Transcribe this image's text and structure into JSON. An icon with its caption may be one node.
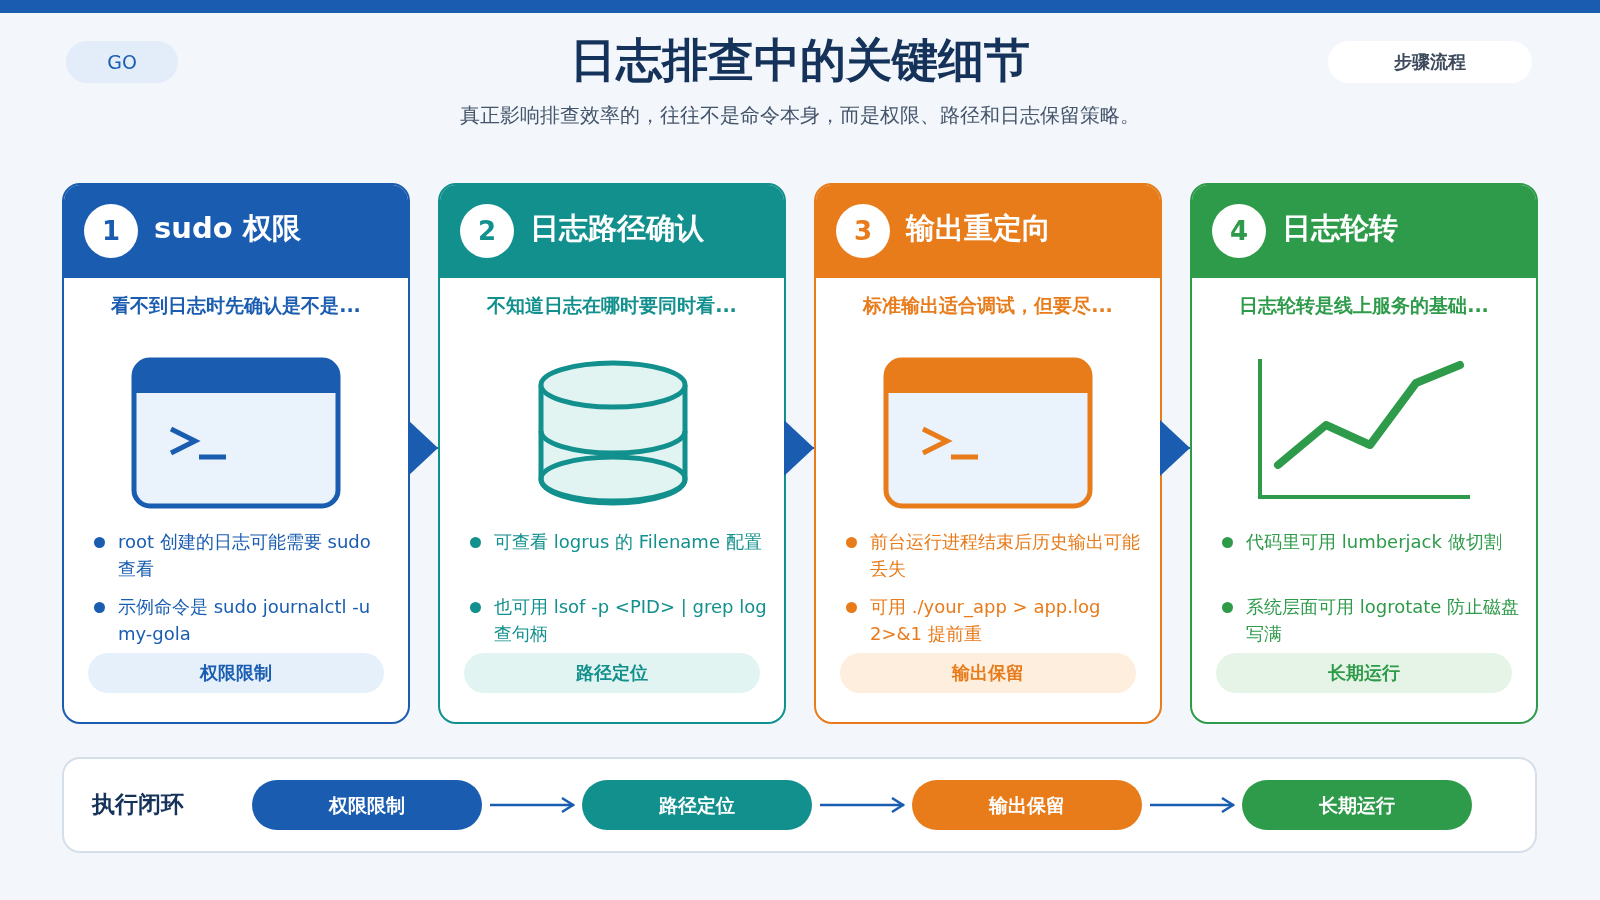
{
  "diagram": {
    "title": "日志排查中的关键细节",
    "nodes": [
      {
        "text": [
          "1",
          "sudo 权限",
          "看不到日志时先确认是不是...",
          "root 创建的日志可能需要 sudo 查看",
          "示例命令是 sudo journalctl -u my-gola",
          "权限限制"
        ]
      },
      {
        "text": [
          "2",
          "日志路径确认",
          "不知道日志在哪时要同时看...",
          "可查看 logrus 的 Filename 配置",
          "也可用 lsof -p <PID> | grep log 查句柄",
          "路径定位"
        ]
      },
      {
        "text": [
          "3",
          "输出重定向",
          "标准输出适合调试，但要尽...",
          "前台运行进程结束后历史输出可能丢失",
          "可用 ./your_app > app.log 2>&1 提前重",
          "输出保留"
        ]
      },
      {
        "text": [
          "4",
          "日志轮转",
          "日志轮转是线上服务的基础...",
          "代码里可用 lumberjack 做切割",
          "系统层面可用 logrotate 防止磁盘写满",
          "长期运行"
        ]
      },
      {
        "text": [
          "执行闭环"
        ]
      },
      {
        "text": [
          "权限限制"
        ],
        "in": 4
      },
      {
        "text": [
          "路径定位"
        ],
        "in": 4
      },
      {
        "text": [
          "输出保留"
        ],
        "in": 4
      },
      {
        "text": [
          "长期运行"
        ],
        "in": 4
      }
    ],
    "edges": [
      {
        "from": 0,
        "to": 1,
        "arrow": "to"
      },
      {
        "from": 1,
        "to": 2,
        "arrow": "to"
      },
      {
        "from": 2,
        "to": 3,
        "arrow": "to"
      },
      {
        "from": 5,
        "to": 6,
        "arrow": "to"
      },
      {
        "from": 6,
        "to": 7,
        "arrow": "to"
      },
      {
        "from": 7,
        "to": 8,
        "arrow": "to"
      }
    ],
    "labels": [
      "GO",
      "步骤流程",
      "真正影响排查效率的，往往不是命令本身，而是权限、路径和日志保留策略。"
    ]
  }
}
